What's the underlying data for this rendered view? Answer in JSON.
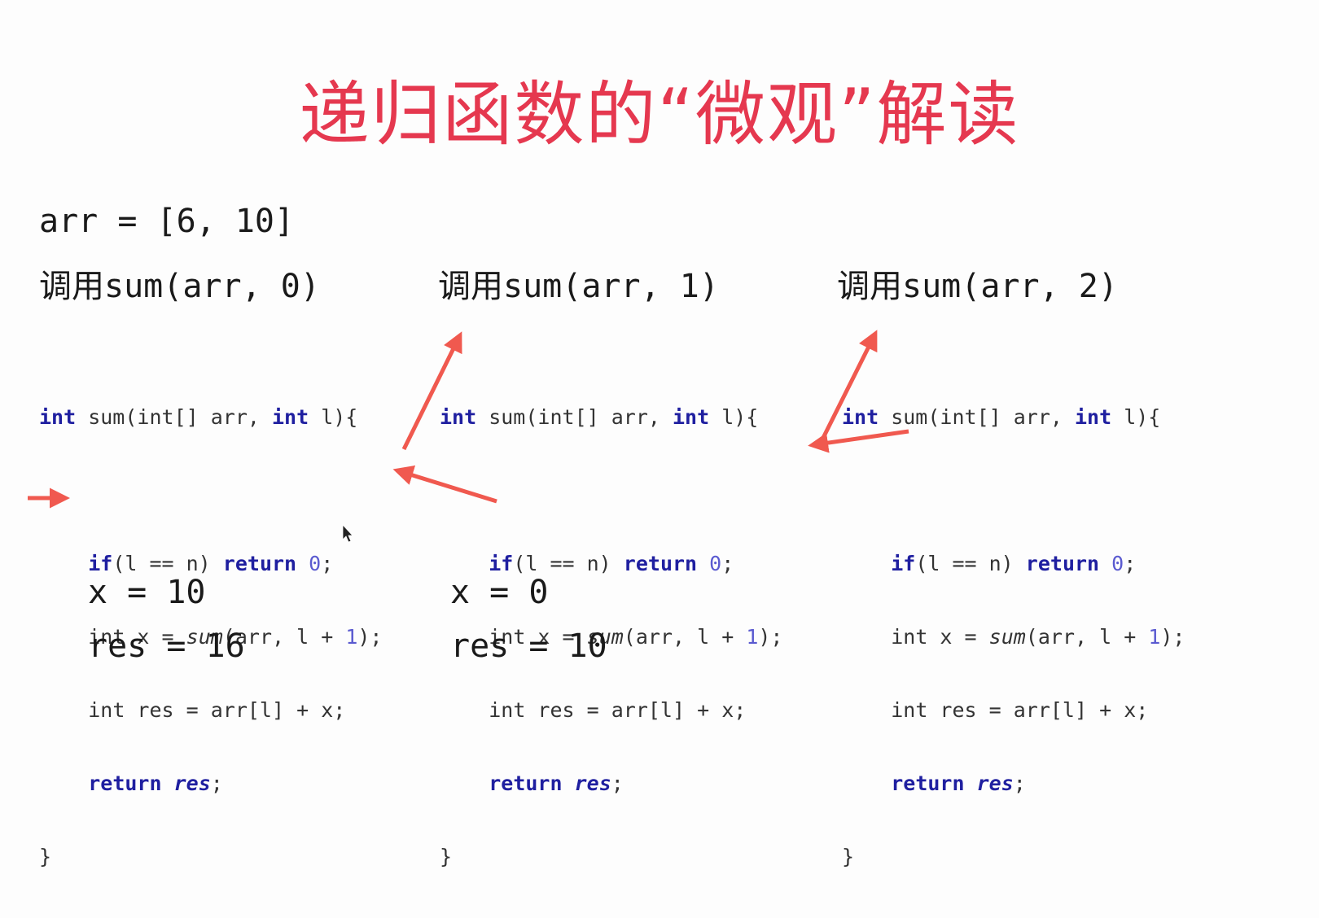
{
  "title": "递归函数的“微观”解读",
  "arr_line": "arr = [6, 10]",
  "frames": [
    {
      "call_prefix": "调用",
      "call_expr": "sum(arr, 0)",
      "code": {
        "sig_kw1": "int",
        "sig_mid": " sum(int[] arr, ",
        "sig_kw2": "int",
        "sig_end": " l){",
        "if_kw": "if",
        "if_mid": "(l == n) ",
        "ret_kw": "return",
        "ret_zero": "0",
        "semi": ";",
        "x_pre": "int x = ",
        "x_call": "sum",
        "x_mid": "(arr, l + ",
        "x_one": "1",
        "x_end": ");",
        "res_line": "int res = arr[l] + x;",
        "return_kw": "return",
        "return_var": "res",
        "return_semi": ";",
        "close": "}"
      },
      "x_value": "x = 10",
      "res_value": "res = 16"
    },
    {
      "call_prefix": "调用",
      "call_expr": "sum(arr, 1)",
      "code": {
        "sig_kw1": "int",
        "sig_mid": " sum(int[] arr, ",
        "sig_kw2": "int",
        "sig_end": " l){",
        "if_kw": "if",
        "if_mid": "(l == n) ",
        "ret_kw": "return",
        "ret_zero": "0",
        "semi": ";",
        "x_pre": "int x = ",
        "x_call": "sum",
        "x_mid": "(arr, l + ",
        "x_one": "1",
        "x_end": ");",
        "res_line": "int res = arr[l] + x;",
        "return_kw": "return",
        "return_var": "res",
        "return_semi": ";",
        "close": "}"
      },
      "x_value": "x = 0",
      "res_value": "res = 10"
    },
    {
      "call_prefix": "调用",
      "call_expr": "sum(arr, 2)",
      "code": {
        "sig_kw1": "int",
        "sig_mid": " sum(int[] arr, ",
        "sig_kw2": "int",
        "sig_end": " l){",
        "if_kw": "if",
        "if_mid": "(l == n) ",
        "ret_kw": "return",
        "ret_zero": "0",
        "semi": ";",
        "x_pre": "int x = ",
        "x_call": "sum",
        "x_mid": "(arr, l + ",
        "x_one": "1",
        "x_end": ");",
        "res_line": "int res = arr[l] + x;",
        "return_kw": "return",
        "return_var": "res",
        "return_semi": ";",
        "close": "}"
      }
    }
  ],
  "colors": {
    "title": "#e5384f",
    "arrow": "#f0594f",
    "keyword": "#1f1fa0",
    "number": "#5a5ad0"
  }
}
